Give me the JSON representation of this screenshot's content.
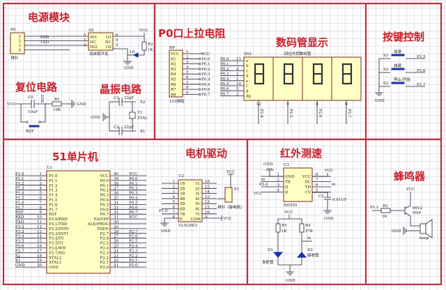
{
  "panels": {
    "power": {
      "title": "电源模块",
      "connector": "P0",
      "connector_note": "排针",
      "pins": [
        "1",
        "2",
        "3",
        "4"
      ],
      "nets": [
        "RXD",
        "TXD"
      ],
      "switch": "S5",
      "switch_note": "双自锁开关",
      "switch_left": [
        "IN1",
        "NC",
        "IN2"
      ],
      "switch_right": [
        "O1",
        "NC",
        "O2"
      ],
      "left_nums": [
        "5",
        "1",
        "2"
      ],
      "right_nums": [
        "6",
        "4",
        "3"
      ],
      "vcc": "VCC",
      "res": "R2",
      "res_val": "1K",
      "led": "L0",
      "gnd": "GND"
    },
    "reset": {
      "title": "复位电路",
      "vcc": "VCC",
      "cap": "C0",
      "cap_val": "10uF",
      "rst": "RST",
      "res": "R1",
      "res_val": "10K",
      "gnd": "GND",
      "button": "RST"
    },
    "crystal": {
      "title": "晶振电路",
      "c1": "C1",
      "c1_val": "22pF",
      "c2": "C2",
      "c2_val": "22pF",
      "xtal": "Y1",
      "xtal_val": "XTAL",
      "x2": "X2",
      "x1": "X1",
      "gnd": "GND"
    },
    "pullup": {
      "title": "P0口上拉电阻",
      "ref": "RP",
      "note": "103排阻",
      "pins": [
        "VCC",
        "R1",
        "R2",
        "R3",
        "R4",
        "R5",
        "R6",
        "R7",
        "R8"
      ],
      "nums": [
        "1",
        "2",
        "3",
        "4",
        "5",
        "6",
        "7",
        "8",
        "9"
      ],
      "nets": [
        "VCC",
        "P0.0",
        "P0.1",
        "P0.2",
        "P0.3",
        "P0.4",
        "P0.5",
        "P0.6",
        "P0.7"
      ]
    },
    "display": {
      "title": "数码管显示",
      "ref": "DS1",
      "note": "四位共阴数码管",
      "nets": [
        "P0.0",
        "P0.1",
        "P0.2",
        "P0.3",
        "P0.4",
        "P0.5",
        "P0.6",
        "P0.7"
      ],
      "nums": [
        "11",
        "7",
        "4",
        "2",
        "1",
        "10",
        "5",
        "3"
      ],
      "segs": [
        "a",
        "b",
        "c",
        "d",
        "e",
        "f",
        "g",
        "dp"
      ],
      "digit_nums": [
        "12",
        "9",
        "8",
        "6"
      ],
      "digit_nets": [
        "P2.4",
        "P2.5",
        "P2.6",
        "P2.7"
      ]
    },
    "keys": {
      "title": "按键控制",
      "buttons": [
        {
          "ref": "S1",
          "label": "加速",
          "net": "P1.5"
        },
        {
          "ref": "S2",
          "label": "减速",
          "net": "P1.6"
        },
        {
          "ref": "S3",
          "label": "停止/开始",
          "net": "P1.7"
        }
      ],
      "gnd": "GND"
    },
    "mcu": {
      "title": "51单片机",
      "ref": "U1",
      "left_nets": [
        "P1.0",
        "P1.1",
        "P1.2",
        "P1.3",
        "P1.4",
        "P1.5",
        "P1.6",
        "P1.7",
        "RST",
        "RXD",
        "TXD",
        "P3.2",
        "P3.3",
        "P3.4",
        "P3.5",
        "P3.6",
        "P3.7",
        "X2",
        "X1",
        "GND"
      ],
      "left_pins": [
        "P1.0",
        "P1.1",
        "P1.2",
        "P1.3",
        "P1.4",
        "P1.5",
        "P1.6",
        "P1.7",
        "RST",
        "P3.0/RXD",
        "P3.1/TXD",
        "P3.2/INT0",
        "P3.3/INT1",
        "P3.4/T0",
        "P3.5/T1",
        "P3.6/WR",
        "P3.7/RD",
        "XTAL2",
        "XTAL1",
        "GND"
      ],
      "right_pins": [
        "VCC",
        "P0.0",
        "P0.1",
        "P0.2",
        "P0.3",
        "P0.4",
        "P0.5",
        "P0.6",
        "P0.7",
        "EA/VPP",
        "ALE/PROG",
        "PSEN",
        "P2.7",
        "P2.6",
        "P2.5",
        "P2.4",
        "P2.3",
        "P2.2",
        "P2.1",
        "P2.0"
      ],
      "right_nums": [
        "40",
        "39",
        "38",
        "37",
        "36",
        "35",
        "34",
        "33",
        "32",
        "31",
        "30",
        "29",
        "28",
        "27",
        "26",
        "25",
        "24",
        "23",
        "22",
        "21"
      ],
      "right_nets": [
        "VCC",
        "P0.0",
        "P0.1",
        "P0.2",
        "P0.3",
        "P0.4",
        "P0.5",
        "P0.6",
        "P0.7",
        "VCC",
        "",
        "",
        "P2.7",
        "P2.6",
        "P2.5",
        "P2.4",
        "P2.3",
        "P2.2",
        "P2.1",
        "P2.0"
      ]
    },
    "motor": {
      "title": "电机驱动",
      "ref": "U2",
      "part": "ULN2003",
      "left_pins": [
        "1B",
        "2B",
        "3B",
        "4B",
        "5B",
        "6B",
        "7B",
        "E"
      ],
      "right_pins": [
        "1C",
        "2C",
        "3C",
        "4C",
        "5C",
        "6C",
        "7C",
        "COM"
      ],
      "right_nums": [
        "16",
        "15",
        "14",
        "13",
        "12",
        "11",
        "10",
        "9"
      ],
      "in_net": "P1.0",
      "gnd": "GND",
      "vcc": "VCC",
      "connector": "P1",
      "connector_note": "排针（接电机）"
    },
    "ir": {
      "title": "红外测速",
      "ref": "U2",
      "part": "NE555",
      "left_pins": [
        "GND",
        "TR",
        "Q",
        "R"
      ],
      "right_pins": [
        "VCC",
        "DC",
        "TH",
        "CV"
      ],
      "left_nums": [
        "1",
        "2",
        "3",
        "4"
      ],
      "right_nums": [
        "8",
        "7",
        "6",
        "5"
      ],
      "in": "in",
      "out_net": "P3.2",
      "vcc": "VCC",
      "gnd": "GND",
      "cap": "C2",
      "cap_val": "0.01UF",
      "r5": "R5",
      "r5_val": "1K",
      "r4": "R4",
      "r4_val": "57K",
      "d1": "D1",
      "d1_note": "发射管",
      "d2": "D2",
      "d2_note": "接收管"
    },
    "buzzer": {
      "title": "蜂鸣器",
      "vcc": "VCC",
      "net": "P1.1",
      "res": "R3",
      "res_val": "1K",
      "transistor": "9012",
      "type": "PNP",
      "gnd": "GND",
      "speaker": "beep"
    }
  }
}
